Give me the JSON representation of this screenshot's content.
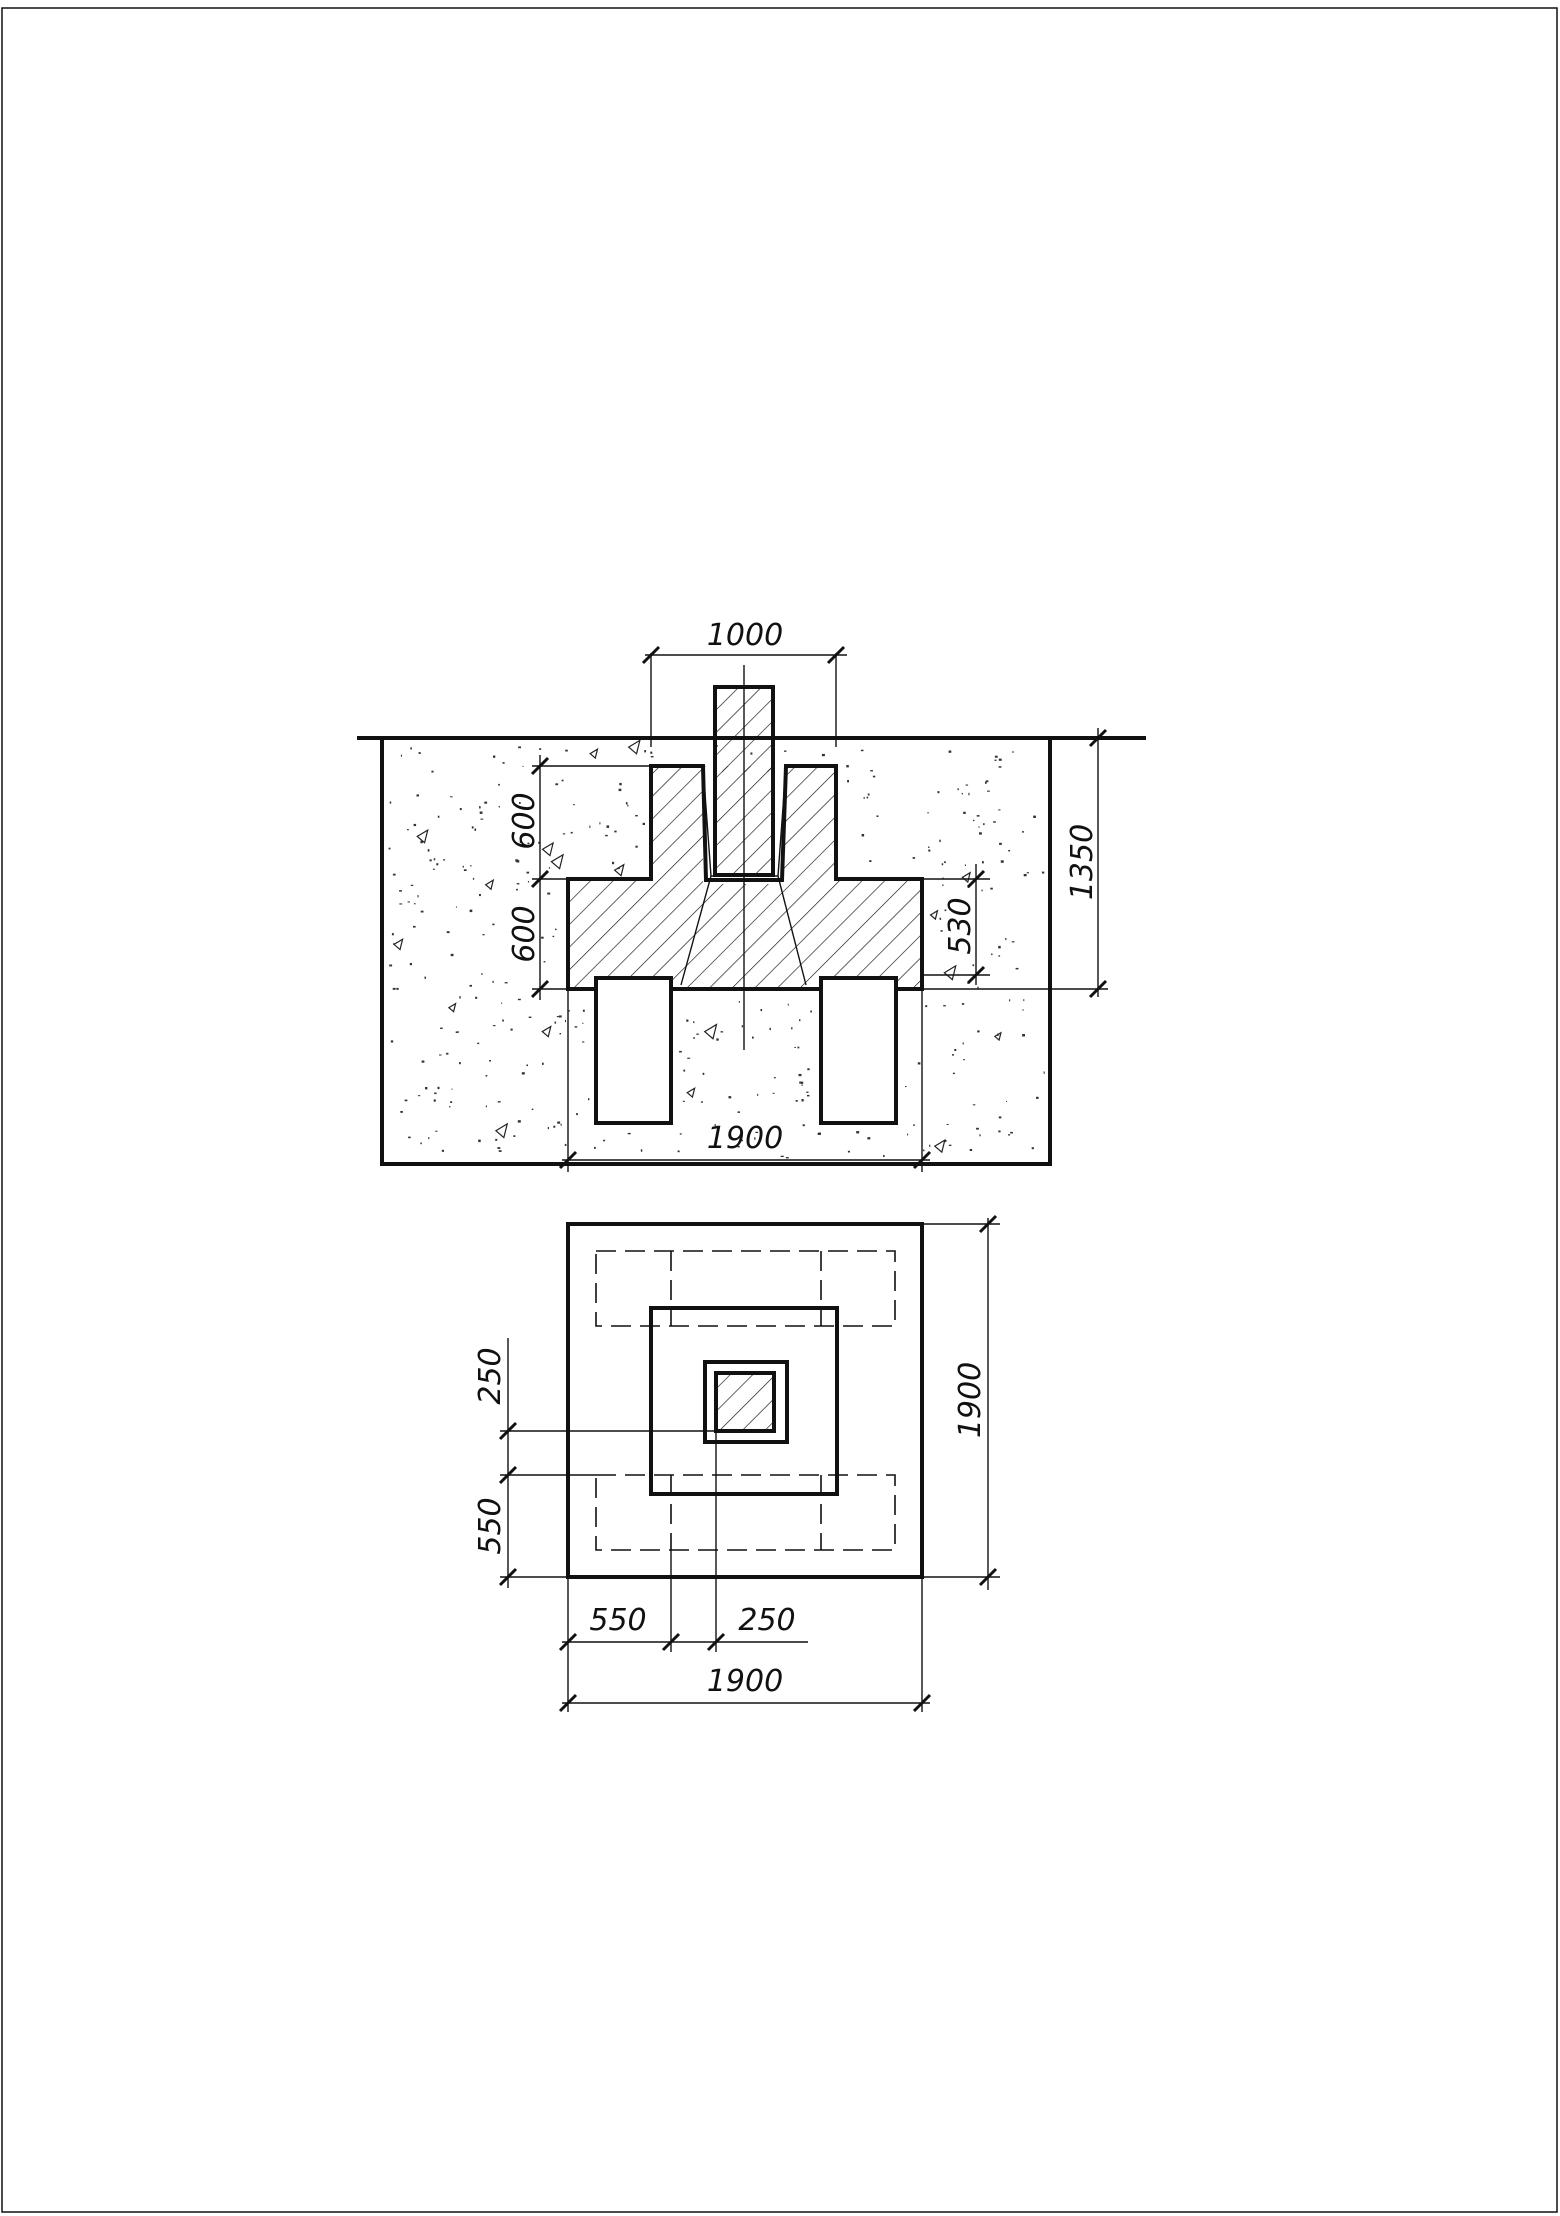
{
  "drawing": {
    "section": {
      "dim_column_width": "1000",
      "dim_depth_total": "1350",
      "dim_upper_step_height": "600",
      "dim_lower_step_height": "600",
      "dim_slab_height": "530",
      "dim_base_width": "1900"
    },
    "plan": {
      "dim_height": "1900",
      "dim_width": "1900",
      "dim_offset_x": "550",
      "dim_column_x": "250",
      "dim_offset_y": "550",
      "dim_column_y": "250"
    }
  },
  "colors": {
    "line": "#111111",
    "background": "#ffffff"
  }
}
